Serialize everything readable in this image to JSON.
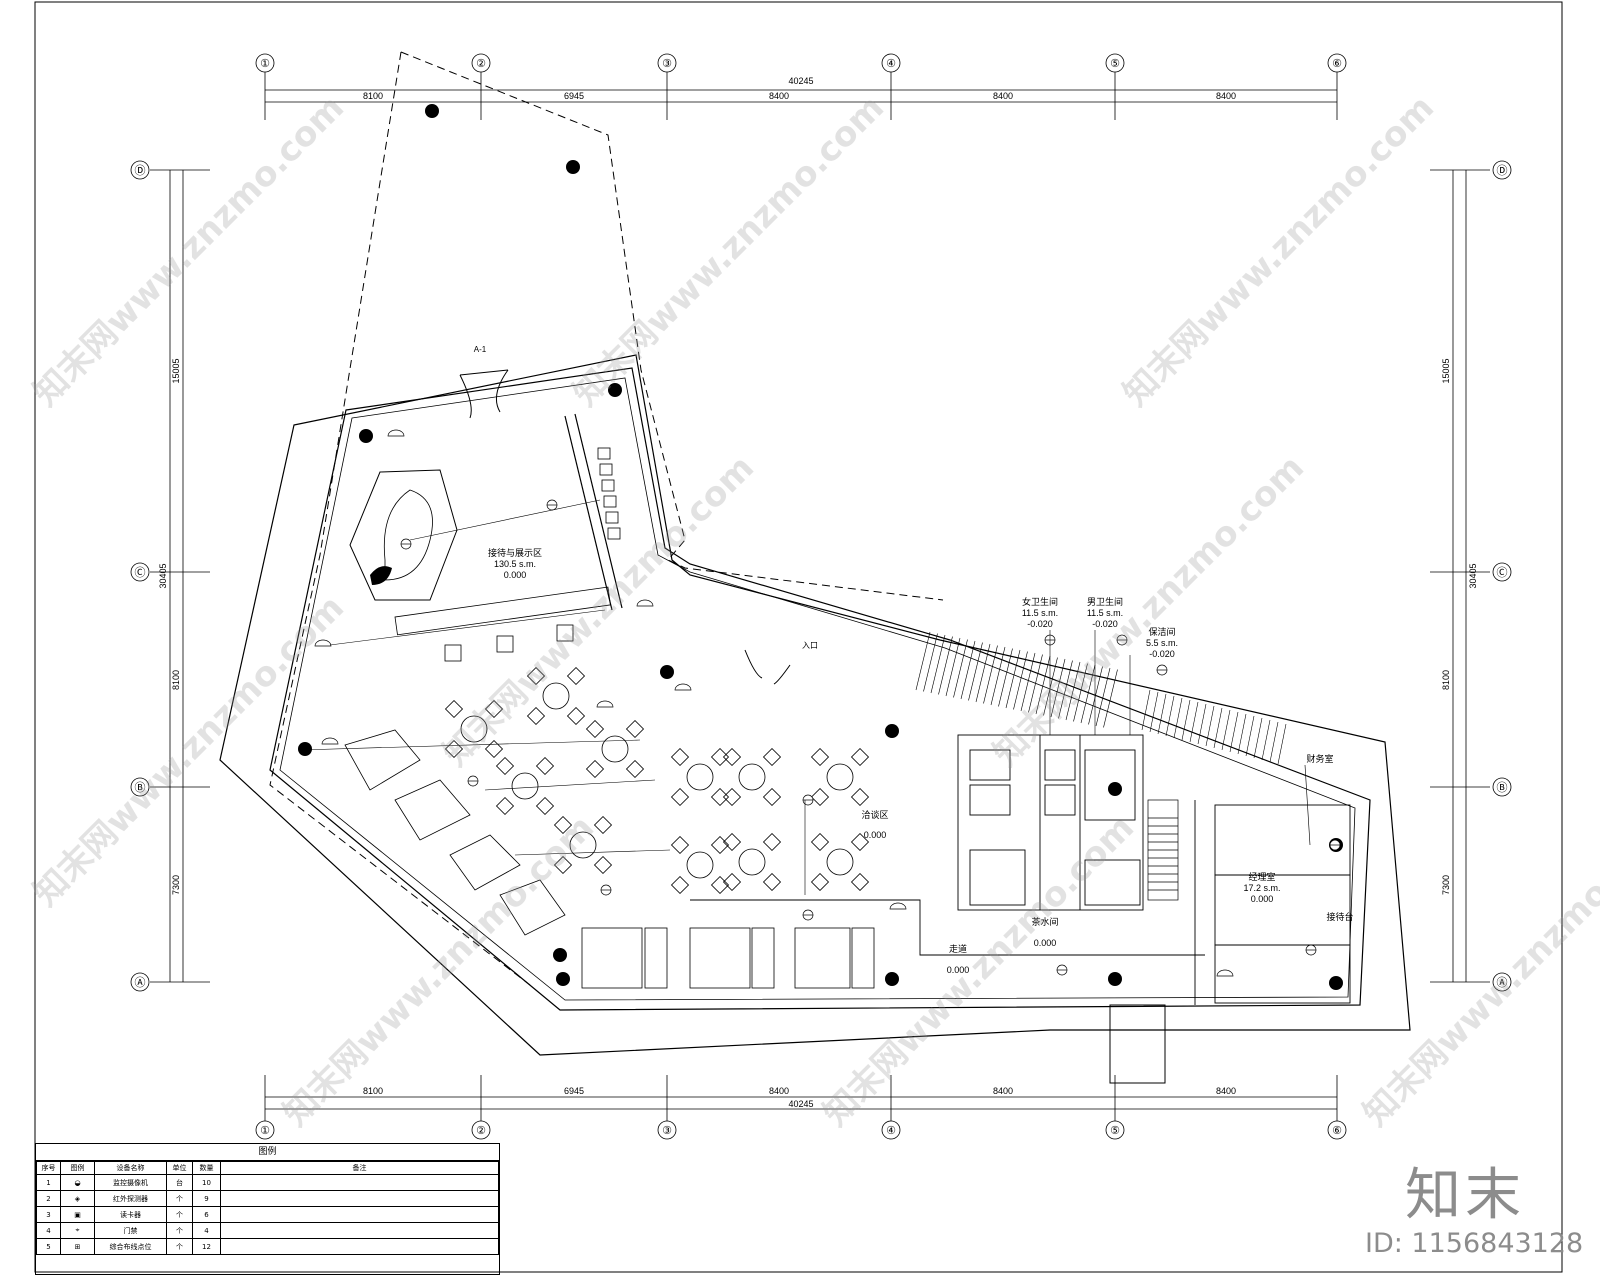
{
  "grid": {
    "columns": [
      "①",
      "②",
      "③",
      "④",
      "⑤",
      "⑥"
    ],
    "rows": [
      "Ⓓ",
      "Ⓒ",
      "Ⓑ",
      "Ⓐ"
    ],
    "top_spans": [
      "8100",
      "6945",
      "8400",
      "8400",
      "8400"
    ],
    "bottom_spans": [
      "8100",
      "6945",
      "8400",
      "8400",
      "8400"
    ],
    "total_width": "40245",
    "side_spans": [
      "15005",
      "8100",
      "7300"
    ],
    "total_depth": "30405"
  },
  "rooms": [
    {
      "name": "接待与展示区",
      "area": "130.5 s.m.",
      "level": "0.000"
    },
    {
      "name": "洽谈区",
      "area": "",
      "level": "0.000"
    },
    {
      "name": "女卫生间",
      "area": "11.5 s.m.",
      "level": "-0.020"
    },
    {
      "name": "男卫生间",
      "area": "11.5 s.m.",
      "level": "-0.020"
    },
    {
      "name": "保洁间",
      "area": "5.5 s.m.",
      "level": "-0.020"
    },
    {
      "name": "财务室",
      "area": "",
      "level": ""
    },
    {
      "name": "茶水间",
      "area": "",
      "level": "0.000"
    },
    {
      "name": "走道",
      "area": "",
      "level": "0.000"
    },
    {
      "name": "经理室",
      "area": "17.2 s.m.",
      "level": "0.000"
    },
    {
      "name": "接待台",
      "area": "",
      "level": ""
    }
  ],
  "labels": {
    "entrance": "A-1",
    "side_entrance": "入口"
  },
  "legend": {
    "title": "图例",
    "headers": [
      "序号",
      "图例",
      "设备名称",
      "单位",
      "数量",
      "备注"
    ],
    "rows": [
      {
        "no": "1",
        "symbol": "◒",
        "name": "监控摄像机",
        "unit": "台",
        "qty": "10",
        "note": ""
      },
      {
        "no": "2",
        "symbol": "◈",
        "name": "红外探测器",
        "unit": "个",
        "qty": "9",
        "note": ""
      },
      {
        "no": "3",
        "symbol": "▣",
        "name": "读卡器",
        "unit": "个",
        "qty": "6",
        "note": ""
      },
      {
        "no": "4",
        "symbol": "⌖",
        "name": "门禁",
        "unit": "个",
        "qty": "4",
        "note": ""
      },
      {
        "no": "5",
        "symbol": "⊞",
        "name": "综合布线点位",
        "unit": "个",
        "qty": "12",
        "note": ""
      }
    ]
  },
  "branding": {
    "logo": "知末",
    "id": "ID: 1156843128",
    "watermark": "知末网www.znzmo.com"
  }
}
